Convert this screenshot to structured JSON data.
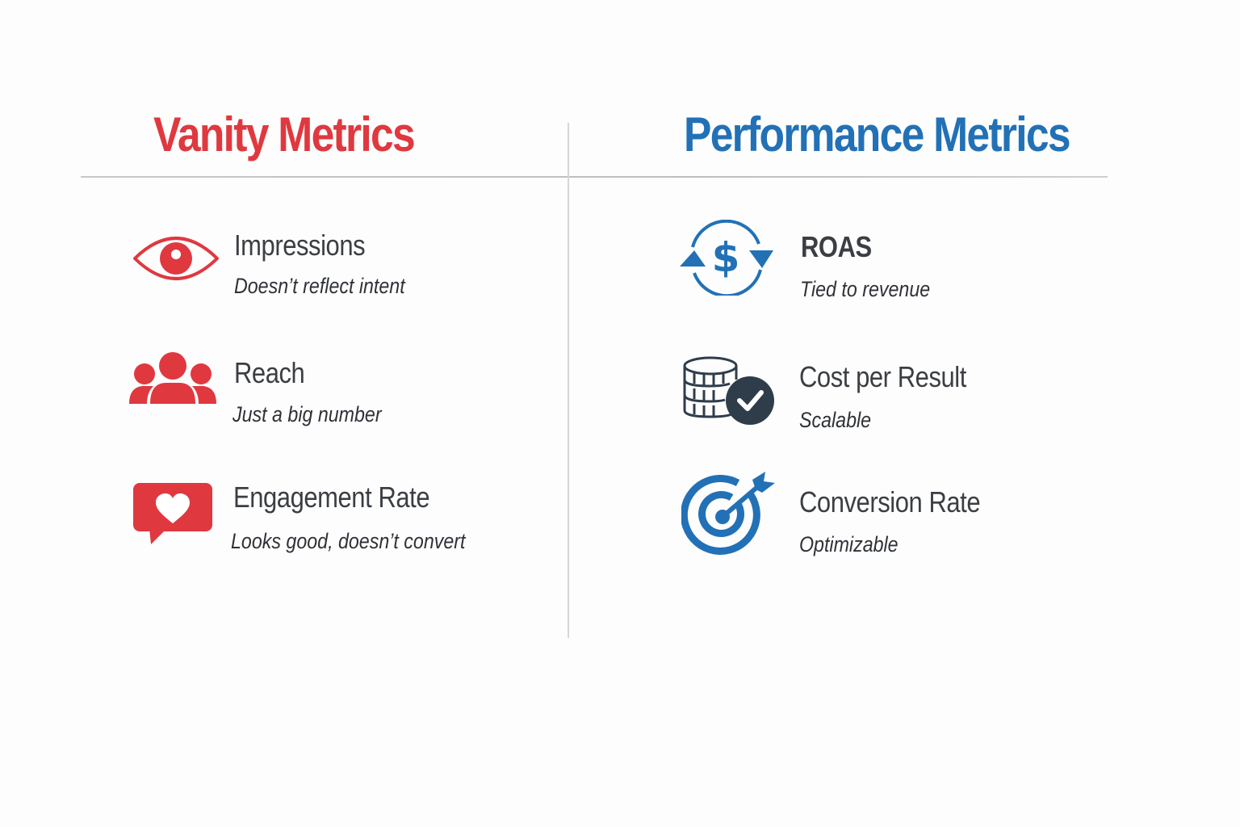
{
  "colors": {
    "vanity_accent": "#e0383f",
    "performance_accent": "#2271b6",
    "dark_icon": "#2f3d4b",
    "text": "#3b3e43",
    "divider": "#c8c8c8",
    "background": "#fdfdfd"
  },
  "vanity": {
    "heading": "Vanity Metrics",
    "items": [
      {
        "icon": "eye-icon",
        "title": "Impressions",
        "subtitle": "Doesn’t reflect intent"
      },
      {
        "icon": "users-group-icon",
        "title": "Reach",
        "subtitle": "Just a big number"
      },
      {
        "icon": "heart-speech-bubble-icon",
        "title": "Engagement Rate",
        "subtitle": "Looks good, doesn’t convert"
      }
    ]
  },
  "performance": {
    "heading": "Performance Metrics",
    "items": [
      {
        "icon": "dollar-cycle-icon",
        "title": "ROAS",
        "subtitle": "Tied to revenue"
      },
      {
        "icon": "coins-check-icon",
        "title": "Cost per Result",
        "subtitle": "Scalable"
      },
      {
        "icon": "target-arrow-icon",
        "title": "Conversion Rate",
        "subtitle": "Optimizable"
      }
    ]
  }
}
